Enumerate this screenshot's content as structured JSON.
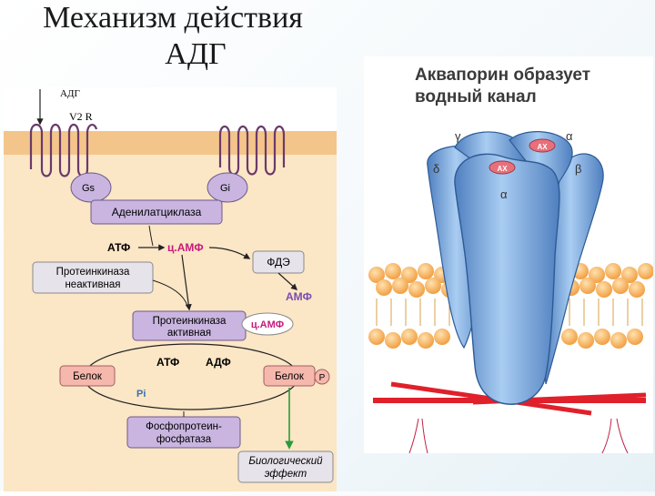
{
  "slide": {
    "title_line1": "Механизм действия",
    "title_line2": "АДГ"
  },
  "left_diagram": {
    "ligand_label": "АДГ",
    "receptor_label": "V2  R",
    "gs_label": "Gs",
    "gi_label": "Gi",
    "adenylate_cyclase": "Аденилатциклаза",
    "atf_top": "АТФ",
    "camp_top": "ц.АМФ",
    "pde": "ФДЭ",
    "amp": "АМФ",
    "pk_inactive_line1": "Протеинкиназа",
    "pk_inactive_line2": "неактивная",
    "pk_active_line1": "Протеинкиназа",
    "pk_active_line2": "активная",
    "camp_bound": "ц.АМФ",
    "atf_cycle": "АТФ",
    "adf_cycle": "АДФ",
    "protein_left": "Белок",
    "protein_right": "Белок",
    "phosphate": "P",
    "pi_label": "Pi",
    "phosphatase_line1": "Фосфопротеин-",
    "phosphatase_line2": "фосфатаза",
    "effect_line1": "Биологический",
    "effect_line2": "эффект",
    "colors": {
      "cytoplasm": "#fbe6c6",
      "membrane": "#f4c58a",
      "purple_box": "#c9b5e0",
      "gray_box": "#e7e3ea",
      "pink_box": "#f6b8ad",
      "effect_arrow": "#2a9a3a",
      "camp_text": "#c8197a",
      "amp_text": "#7a4bb0"
    }
  },
  "right_diagram": {
    "title_line1": "Аквапорин образует",
    "title_line2": "водный канал",
    "subunit_gamma": "γ",
    "subunit_alpha_top": "α",
    "subunit_delta": "δ",
    "subunit_beta": "β",
    "subunit_alpha_center": "α",
    "pore_label_1": "AX",
    "pore_label_2": "AX",
    "colors": {
      "protein": "#8fb8e6",
      "protein_dark": "#4f7fbf",
      "lipid_head": "#f4b25a",
      "anchor": "#e0202a",
      "pore": "#e8707a"
    }
  }
}
